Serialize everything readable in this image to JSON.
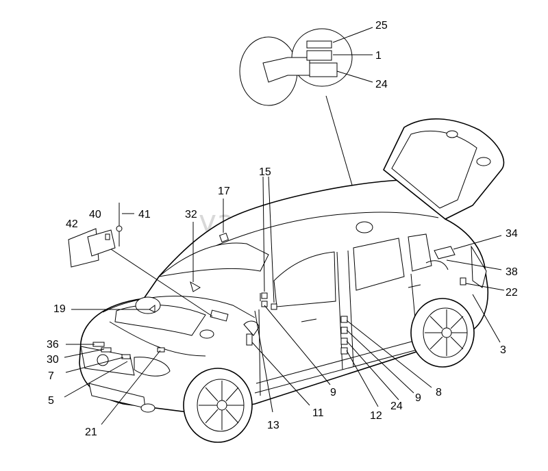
{
  "watermark": "vagtec.ru",
  "callouts": {
    "c1": "1",
    "c3": "3",
    "c5": "5",
    "c7": "7",
    "c8": "8",
    "c9a": "9",
    "c9b": "9",
    "c11": "11",
    "c12": "12",
    "c13": "13",
    "c15": "15",
    "c17": "17",
    "c19": "19",
    "c21": "21",
    "c22": "22",
    "c24a": "24",
    "c24b": "24",
    "c25": "25",
    "c30": "30",
    "c32": "32",
    "c34": "34",
    "c36": "36",
    "c38": "38",
    "c40": "40",
    "c41": "41",
    "c42": "42"
  }
}
